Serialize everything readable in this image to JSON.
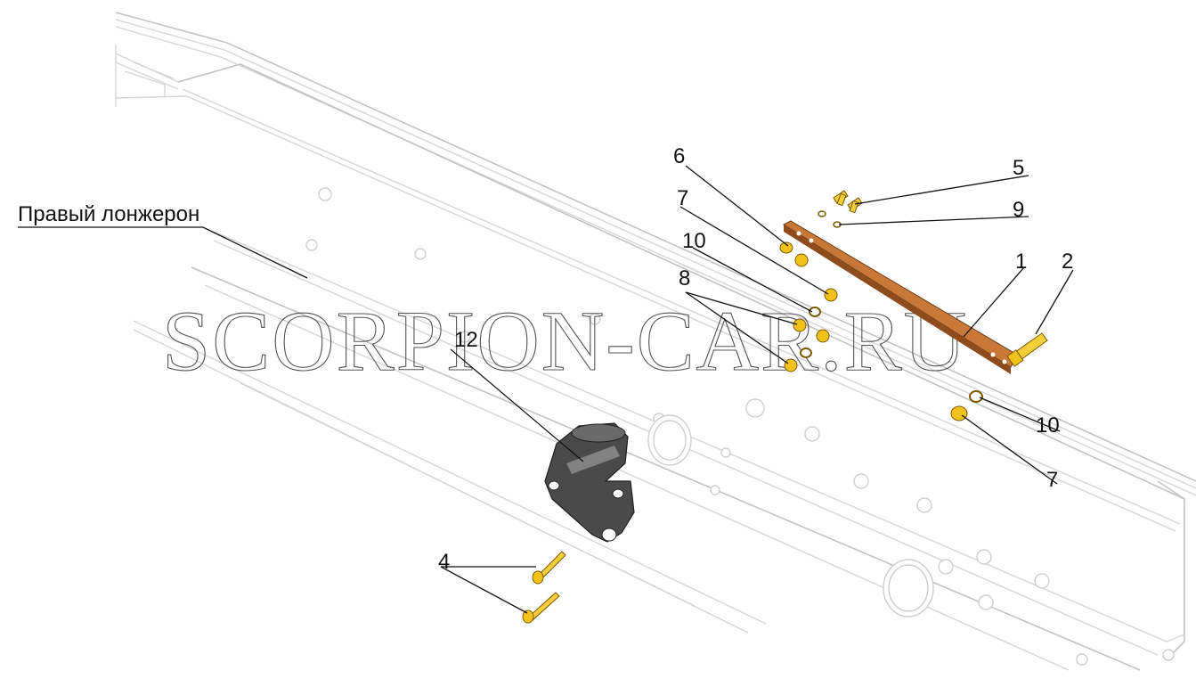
{
  "labels": {
    "spar": "Правый лонжерон",
    "part1": "1",
    "part2": "2",
    "part4": "4",
    "part5": "5",
    "part6": "6",
    "part7_top": "7",
    "part7_bottom": "7",
    "part8": "8",
    "part9": "9",
    "part10_top": "10",
    "part10_bottom": "10",
    "part12": "12"
  },
  "watermark": "SCORPION-CAR.RU",
  "colors": {
    "frame": "#d6d6d6",
    "strip": "#c8793a",
    "fastener": "#f1c21b",
    "actuator": "#4a4a4a",
    "text": "#111111"
  }
}
